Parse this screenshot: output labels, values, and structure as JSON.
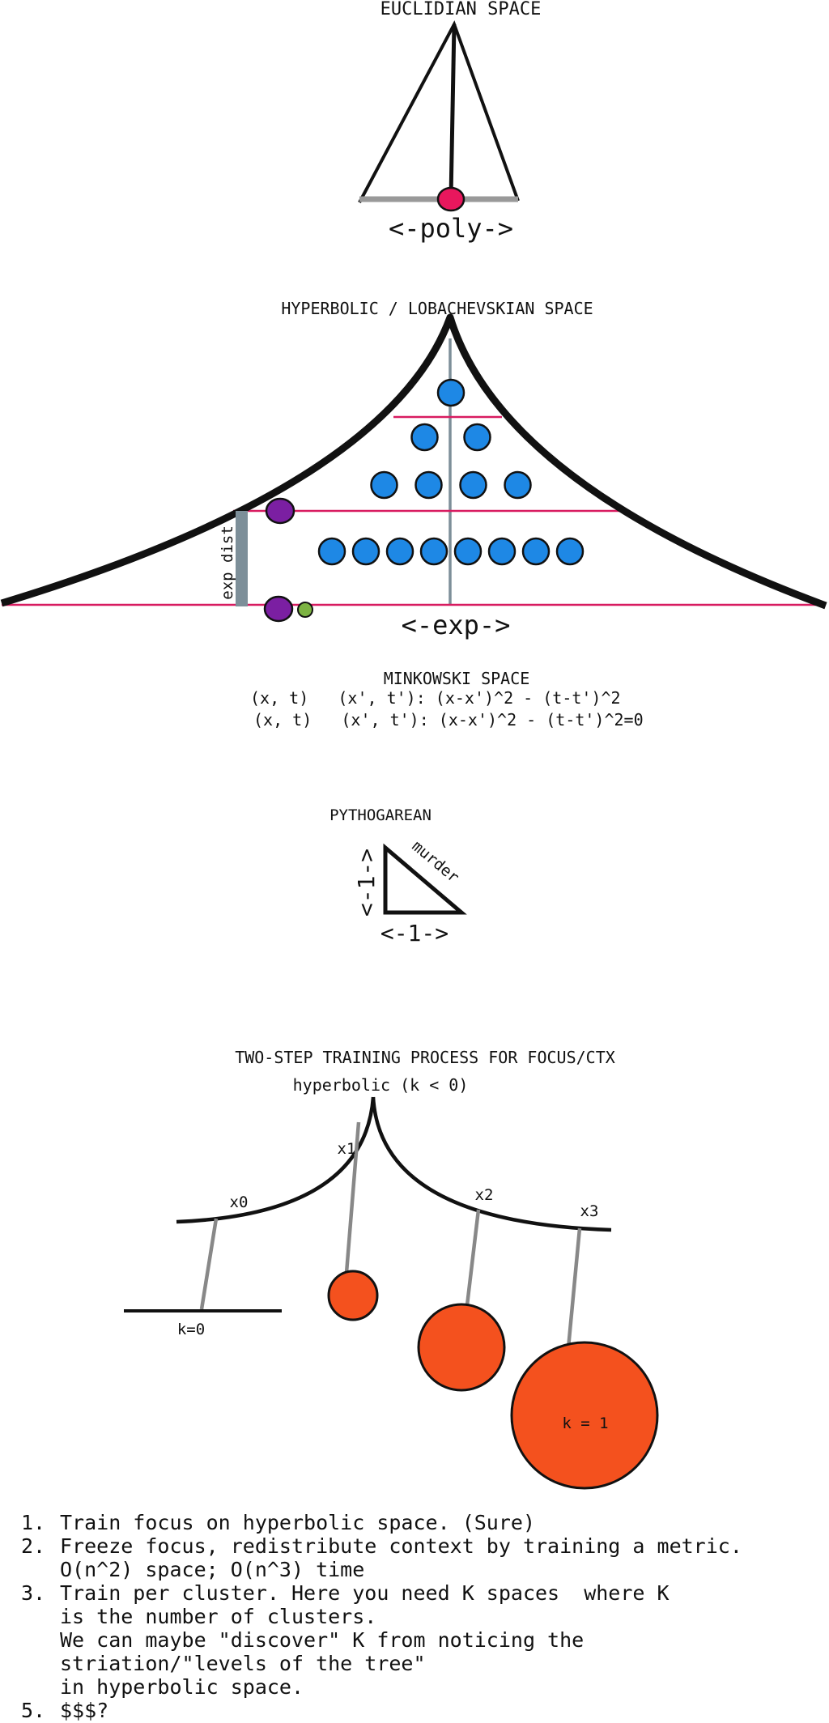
{
  "euclidean": {
    "title": "EUCLIDIAN SPACE",
    "base_label": "<-poly->"
  },
  "hyperbolic": {
    "title": "HYPERBOLIC / LOBACHEVSKIAN SPACE",
    "side_label": "exp dist",
    "base_label": "<-exp->",
    "tree_rows": [
      1,
      2,
      4,
      8
    ]
  },
  "minkowski": {
    "title": "MINKOWSKI SPACE",
    "line1": "(x, t)   (x', t'): (x-x')^2 - (t-t')^2",
    "line2": "(x, t)   (x', t'): (x-x')^2 - (t-t')^2=0",
    "line2_color": "#e8322b"
  },
  "pythagorean": {
    "title": "PYTHOGAREAN",
    "vertical_label": "<-1->",
    "horizontal_label": "<-1->",
    "hypotenuse_label": "murder"
  },
  "two_step": {
    "title": "TWO-STEP TRAINING PROCESS FOR FOCUS/CTX",
    "subtitle": "hyperbolic (k < 0)",
    "points": [
      "x0",
      "x1",
      "x2",
      "x3"
    ],
    "flat_label": "k=0",
    "sphere_label": "k = 1"
  },
  "steps": [
    {
      "num": "1.",
      "lines": [
        "Train focus on hyperbolic space. (Sure)"
      ]
    },
    {
      "num": "2.",
      "lines": [
        "Freeze focus, redistribute context by training a metric.",
        "O(n^2) space; O(n^3) time"
      ]
    },
    {
      "num": "3.",
      "lines": [
        "Train per cluster. Here you need K spaces  where K",
        "is the number of clusters.",
        "We can maybe \"discover\" K from noticing the",
        "striation/\"levels of the tree\"",
        "in hyperbolic space."
      ]
    },
    {
      "num": "5.",
      "lines": [
        "$$$?"
      ]
    }
  ],
  "colors": {
    "ink": "#111111",
    "gray_bar": "#999999",
    "hot_pink": "#e8175d",
    "tree_blue": "#1e88e5",
    "purple": "#7b1fa2",
    "green": "#7cb342",
    "level_line": "#d81b60",
    "axis_gray": "#7d8f99",
    "sphere_orange": "#f4511e",
    "link_gray": "#888888"
  }
}
